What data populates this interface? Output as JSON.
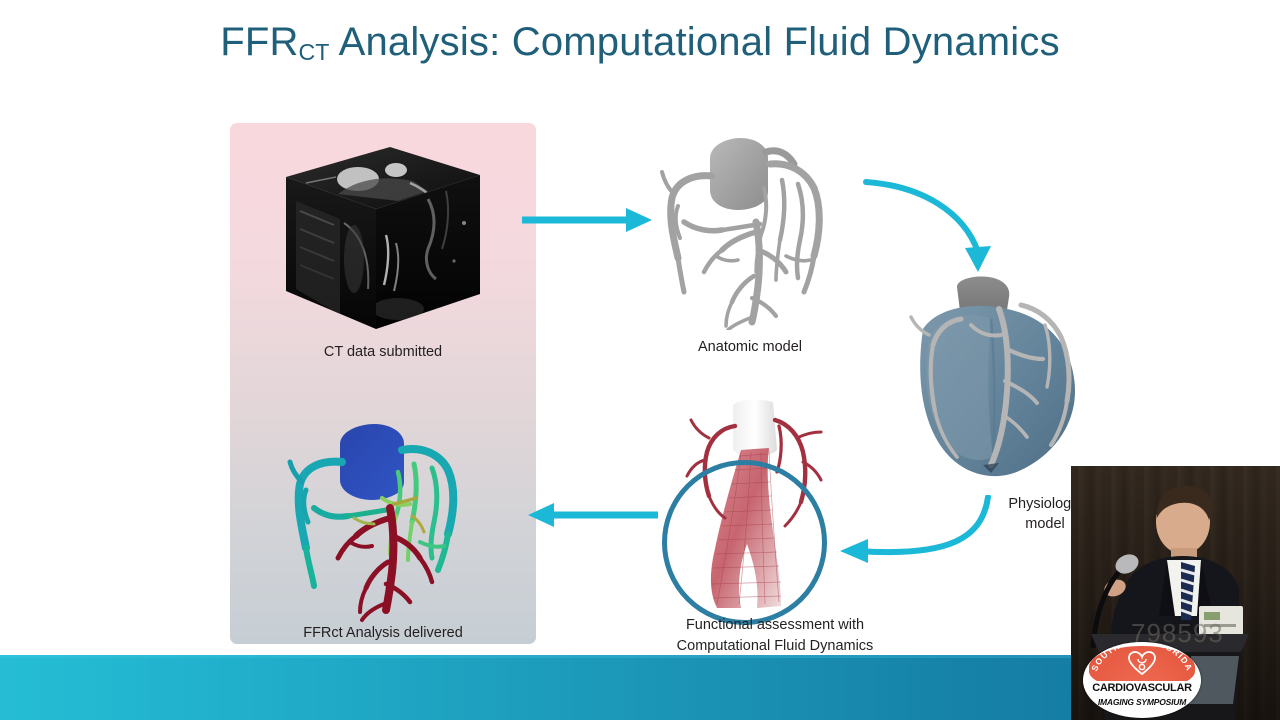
{
  "slide": {
    "title_main": "FFR",
    "title_sub": "CT",
    "title_rest": " Analysis:  Computational Fluid Dynamics",
    "title_color": "#1f5f7a",
    "background": "#ffffff"
  },
  "panel": {
    "gradient_top": "#f9d8dd",
    "gradient_bottom": "#c6ced4"
  },
  "stages": {
    "ct": {
      "caption": "CT data submitted",
      "icon": "ct-volume-cube"
    },
    "anatomic": {
      "caption": "Anatomic model",
      "icon": "coronary-tree-grey"
    },
    "physiologic": {
      "caption_line1": "Physiologic",
      "caption_line2": "model",
      "icon": "heart-3d-blue"
    },
    "cfd": {
      "caption_line1": "Functional assessment with",
      "caption_line2": "Computational Fluid Dynamics",
      "icon": "vessel-mesh-circle"
    },
    "ffrct": {
      "caption": "FFRct Analysis delivered",
      "icon": "coronary-tree-colormap"
    }
  },
  "arrows": {
    "color": "#1bb8d8",
    "items": [
      {
        "name": "arrow-ct-to-anatomic",
        "direction": "right",
        "shape": "straight"
      },
      {
        "name": "arrow-anatomic-to-physiologic",
        "direction": "down-right",
        "shape": "curved"
      },
      {
        "name": "arrow-physiologic-to-cfd",
        "direction": "left",
        "shape": "curved"
      },
      {
        "name": "arrow-cfd-to-ffrct",
        "direction": "left",
        "shape": "straight"
      }
    ]
  },
  "cfd_ring": {
    "color": "#2c7fa3"
  },
  "footer_bar": {
    "gradient_left": "#25bdd4",
    "gradient_right": "#14759e"
  },
  "webcam": {
    "label": "speaker-at-podium",
    "logo": {
      "arc_text": "SOUTHWEST FLORIDA",
      "line1": "CARDIOVASCULAR",
      "line2": "IMAGING SYMPOSIUM",
      "emblem": "heart-stethoscope-icon",
      "arc_color": "#e3543c"
    },
    "ghost_digits": "798593"
  }
}
